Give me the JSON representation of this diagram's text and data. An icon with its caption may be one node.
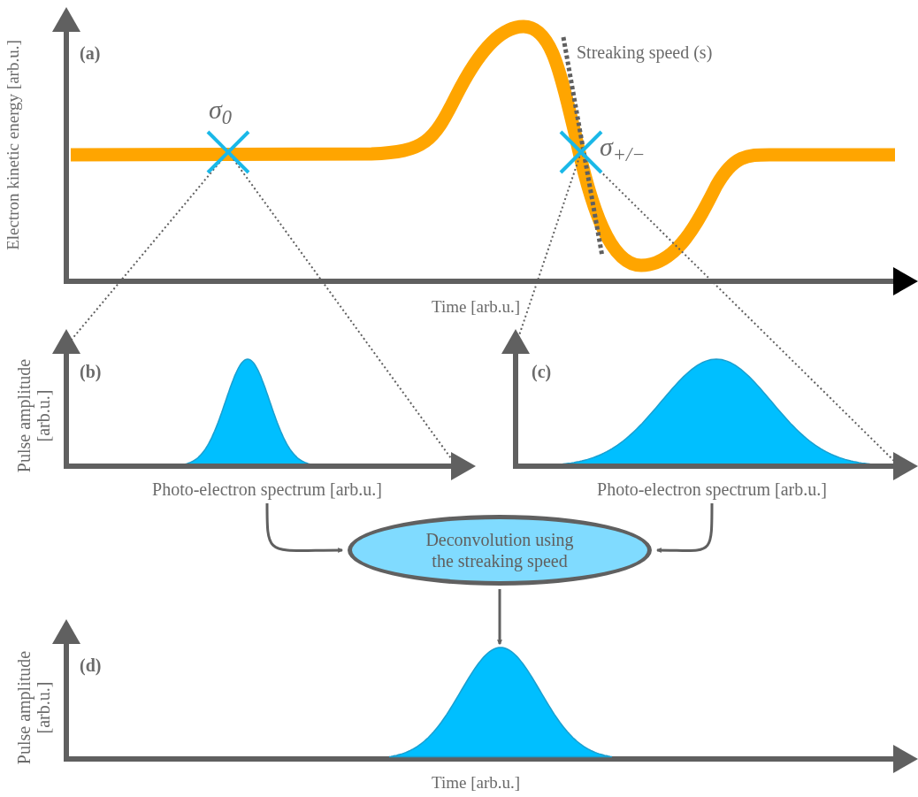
{
  "diagram": {
    "nodes": [
      {
        "text": [
          "Photo-electron spectrum [arb.u.]"
        ]
      },
      {
        "text": [
          "Photo-electron spectrum [arb.u.]"
        ]
      },
      {
        "text": [
          "Deconvolution using the streaking speed"
        ]
      },
      {
        "text": [],
        "shape": "picture"
      }
    ],
    "edges": [
      {
        "from": 0,
        "to": 2,
        "arrow": "to"
      },
      {
        "from": 1,
        "to": 2,
        "arrow": "to"
      },
      {
        "from": 2,
        "to": 3,
        "arrow": "to"
      }
    ],
    "labels": [
      "(a)",
      "Electron kinetic energy [arb.u.]",
      "Streaking speed (s)",
      "σ$_{0}$",
      "σ$_{+/−}$",
      "Time [arb.u.]",
      "(b)",
      "Pulse amplitude [arb.u.]",
      "(c)",
      "(d)",
      "Pulse amplitude [arb.u.]",
      "Time [arb.u.]"
    ]
  }
}
